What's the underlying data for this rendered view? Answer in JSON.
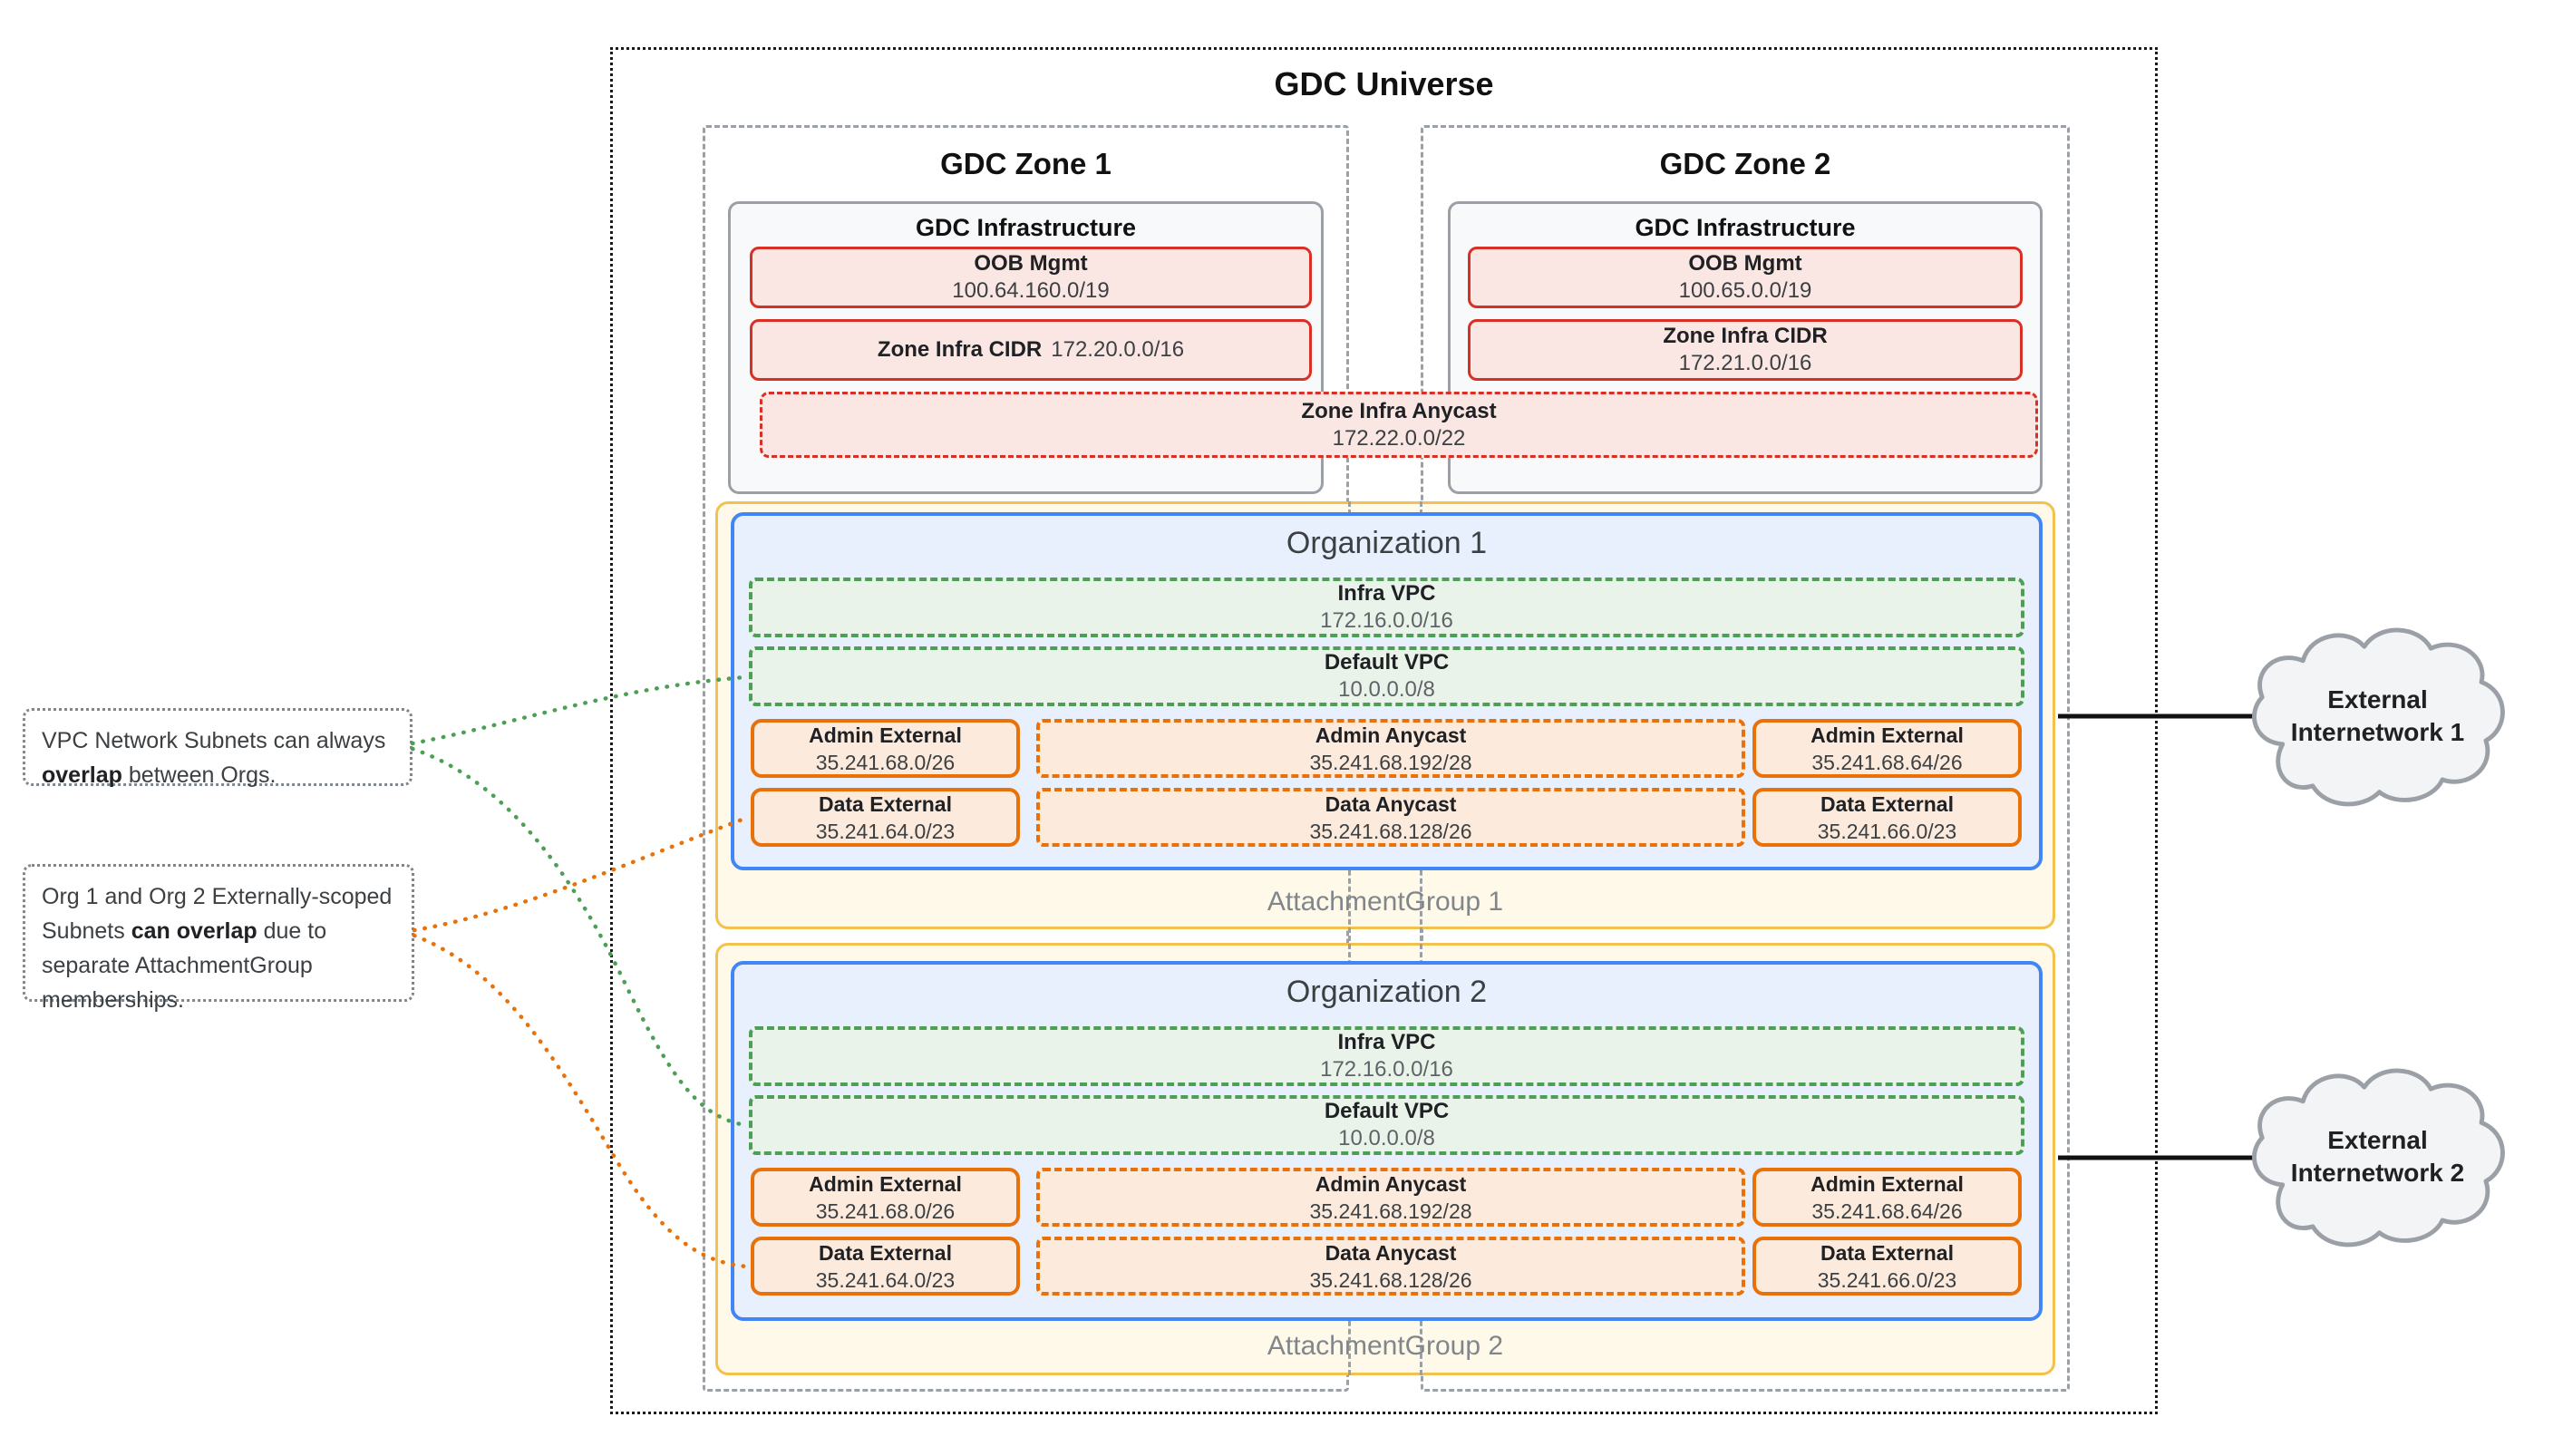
{
  "universe_title": "GDC Universe",
  "zones": [
    {
      "title": "GDC Zone 1",
      "infra_title": "GDC Infrastructure",
      "oob_label": "OOB Mgmt",
      "oob_cidr": "100.64.160.0/19",
      "cidr_label": "Zone Infra CIDR",
      "cidr_value": "172.20.0.0/16"
    },
    {
      "title": "GDC Zone 2",
      "infra_title": "GDC Infrastructure",
      "oob_label": "OOB Mgmt",
      "oob_cidr": "100.65.0.0/19",
      "cidr_label": "Zone Infra CIDR",
      "cidr_value": "172.21.0.0/16"
    }
  ],
  "anycast": {
    "label": "Zone Infra Anycast",
    "cidr": "172.22.0.0/22"
  },
  "organizations": [
    {
      "title": "Organization 1",
      "attachment_group": "AttachmentGroup 1",
      "infra_vpc_label": "Infra VPC",
      "infra_vpc_cidr": "172.16.0.0/16",
      "default_vpc_label": "Default VPC",
      "default_vpc_cidr": "10.0.0.0/8",
      "admin_external_left_label": "Admin External",
      "admin_external_left_cidr": "35.241.68.0/26",
      "admin_anycast_label": "Admin Anycast",
      "admin_anycast_cidr": "35.241.68.192/28",
      "admin_external_right_label": "Admin External",
      "admin_external_right_cidr": "35.241.68.64/26",
      "data_external_left_label": "Data External",
      "data_external_left_cidr": "35.241.64.0/23",
      "data_anycast_label": "Data Anycast",
      "data_anycast_cidr": "35.241.68.128/26",
      "data_external_right_label": "Data External",
      "data_external_right_cidr": "35.241.66.0/23"
    },
    {
      "title": "Organization 2",
      "attachment_group": "AttachmentGroup 2",
      "infra_vpc_label": "Infra VPC",
      "infra_vpc_cidr": "172.16.0.0/16",
      "default_vpc_label": "Default VPC",
      "default_vpc_cidr": "10.0.0.0/8",
      "admin_external_left_label": "Admin External",
      "admin_external_left_cidr": "35.241.68.0/26",
      "admin_anycast_label": "Admin Anycast",
      "admin_anycast_cidr": "35.241.68.192/28",
      "admin_external_right_label": "Admin External",
      "admin_external_right_cidr": "35.241.68.64/26",
      "data_external_left_label": "Data External",
      "data_external_left_cidr": "35.241.64.0/23",
      "data_anycast_label": "Data Anycast",
      "data_anycast_cidr": "35.241.68.128/26",
      "data_external_right_label": "Data External",
      "data_external_right_cidr": "35.241.66.0/23"
    }
  ],
  "annotations": [
    {
      "pre": "VPC Network Subnets can always ",
      "bold": "overlap",
      "post": " between Orgs."
    },
    {
      "pre": "Org 1 and Org 2 Externally-scoped Subnets ",
      "bold": "can overlap",
      "post": " due to separate AttachmentGroup memberships."
    }
  ],
  "clouds": [
    {
      "label": "External Internetwork 1"
    },
    {
      "label": "External Internetwork 2"
    }
  ],
  "colors": {
    "red": "#D93025",
    "green": "#4C9F55",
    "orange": "#E8710A",
    "blue": "#4285F4",
    "yellow": "#F2C14E",
    "gray": "#9AA0A6"
  }
}
